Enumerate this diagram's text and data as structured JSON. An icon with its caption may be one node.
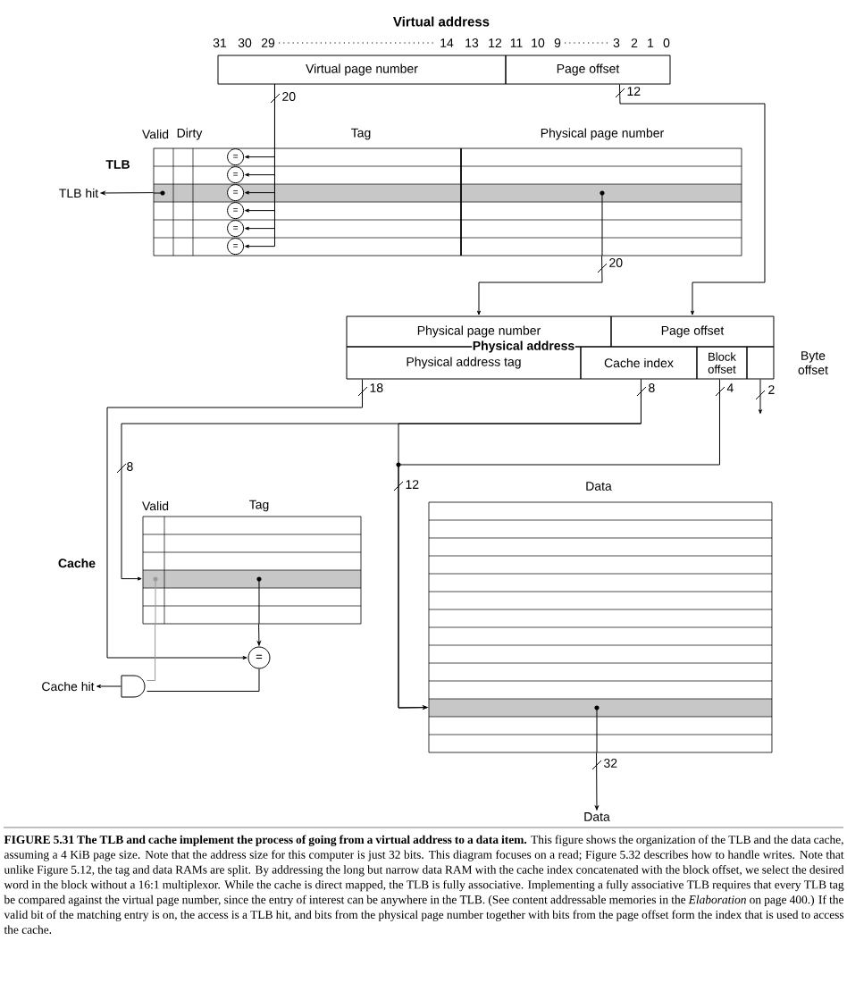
{
  "diagram": {
    "caption": "**FIGURE 5.31 The TLB and cache implement the process of going from a virtual address to a data item.** This figure shows the organization of the TLB and the data cache, assuming a 4 KiB page size. Note that the address size for this computer is just 32 bits. This diagram focuses on a read; Figure 5.32 describes how to handle writes. Note that unlike Figure 5.12, the tag and data RAMs are split. By addressing the long but narrow data RAM with the cache index concatenated with the block offset, we select the desired word in the block without a 16:1 multiplexor. While the cache is direct mapped, the TLB is fully associative. Implementing a fully associative TLB requires that every TLB tag be compared against the virtual page number, since the entry of interest can be anywhere in the TLB. (See content addressable memories in the *Elaboration* on page 400.) If the valid bit of the matching entry is on, the access is a TLB hit, and bits from the physical page number together with bits from the page offset form the index that is used to access the cache.",
    "nodes": [
      {
        "text": [
          "Virtual page number"
        ],
        "beside": [
          "31",
          "30",
          "29",
          "14",
          "13",
          "12"
        ]
      },
      {
        "text": [
          "Page offset"
        ],
        "beside": [
          "11",
          "10",
          "9",
          "3",
          "2",
          "1",
          "0"
        ]
      },
      {
        "text": [
          "TLB"
        ]
      },
      {
        "text": [
          "="
        ],
        "in": 2
      },
      {
        "text": [
          "="
        ],
        "in": 2
      },
      {
        "text": [
          "="
        ],
        "in": 2
      },
      {
        "text": [
          "="
        ],
        "in": 2
      },
      {
        "text": [
          "="
        ],
        "in": 2
      },
      {
        "text": [
          "="
        ],
        "in": 2
      },
      {
        "text": [
          "TLB hit"
        ]
      },
      {
        "text": [
          "Physical page number"
        ]
      },
      {
        "text": [
          "Page offset"
        ]
      },
      {
        "text": [
          "Physical address tag"
        ]
      },
      {
        "text": [
          "Cache index"
        ]
      },
      {
        "text": [
          "Block offset"
        ]
      },
      {
        "text": [
          "Byte offset"
        ]
      },
      {
        "text": [
          "Cache"
        ]
      },
      {
        "text": [
          "="
        ]
      },
      {
        "text": [],
        "shape": "gate"
      },
      {
        "text": [
          "Cache hit"
        ]
      },
      {
        "text": [
          "Data"
        ]
      },
      {
        "text": [
          "Data"
        ]
      }
    ],
    "edges": [
      {
        "from": 0,
        "to": 3,
        "arrow": "to",
        "label": "20"
      },
      {
        "from": 0,
        "to": 4,
        "arrow": "to"
      },
      {
        "from": 0,
        "to": 5,
        "arrow": "to"
      },
      {
        "from": 0,
        "to": 6,
        "arrow": "to"
      },
      {
        "from": 0,
        "to": 7,
        "arrow": "to"
      },
      {
        "from": 0,
        "to": 8,
        "arrow": "to"
      },
      {
        "from": 2,
        "to": 9,
        "arrow": "to"
      },
      {
        "from": 2,
        "to": 10,
        "arrow": "to",
        "label": "20"
      },
      {
        "from": 1,
        "to": 11,
        "arrow": "to",
        "label": "12"
      },
      {
        "from": 12,
        "to": 17,
        "arrow": "to",
        "label": "18"
      },
      {
        "from": 13,
        "to": 16,
        "arrow": "to",
        "label": "8"
      },
      {
        "from": 13,
        "to": 20,
        "arrow": "to",
        "label": "12"
      },
      {
        "from": 14,
        "to": 20,
        "arrow": "to",
        "label": "4"
      },
      {
        "from": 15,
        "to": null,
        "arrow": "to",
        "label": "2"
      },
      {
        "from": 16,
        "to": 17,
        "arrow": "to"
      },
      {
        "from": 17,
        "to": 18,
        "arrow": "none"
      },
      {
        "from": 16,
        "to": 18,
        "arrow": "none",
        "color": "#999999"
      },
      {
        "from": 18,
        "to": 19,
        "arrow": "to"
      },
      {
        "from": 20,
        "to": 21,
        "arrow": "to",
        "label": "32"
      }
    ],
    "labels": [
      "Virtual address",
      "Valid",
      "Dirty",
      "Tag",
      "Physical page number",
      "Physical address",
      "8",
      "Valid",
      "Tag"
    ]
  }
}
